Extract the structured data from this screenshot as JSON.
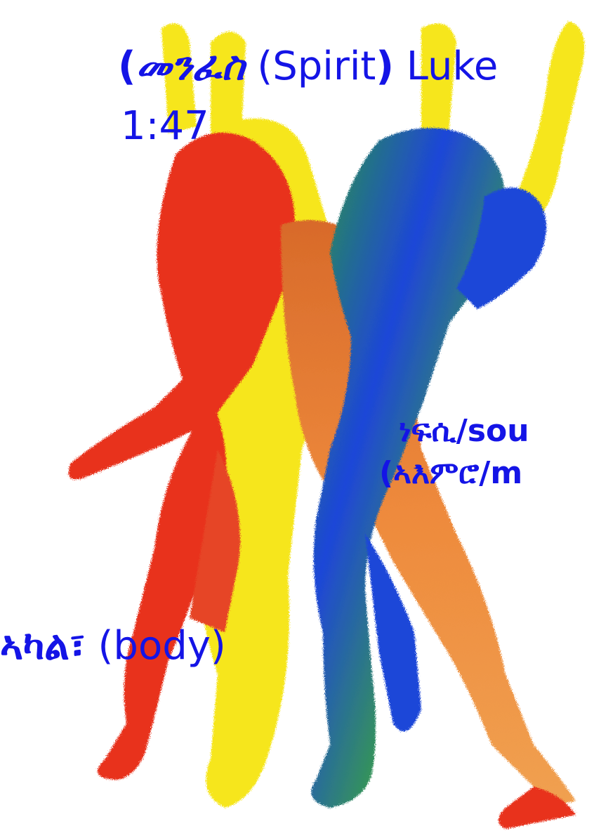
{
  "labels": {
    "spirit": {
      "open_paren": "(",
      "amharic": "መንፈስ",
      "english": " (Spirit",
      "close_paren": ")",
      "ref_part1": " Luke",
      "ref_part2": "1:47"
    },
    "soul": {
      "line1": "ነፍሲ/sou",
      "line2": "(ኣእምሮ/m"
    },
    "body": {
      "amharic": "ኣካል፣",
      "english": " (body)"
    }
  },
  "colors": {
    "label_text": "#1414e6",
    "figure_red": "#e8321e",
    "figure_yellow": "#f6e61c",
    "figure_blue": "#1e46d8",
    "figure_green": "#3aa63c",
    "figure_orange": "#ee8a3c"
  },
  "image": {
    "subject": "three overlapping dancing figures (red, yellow/orange, blue-green)"
  }
}
